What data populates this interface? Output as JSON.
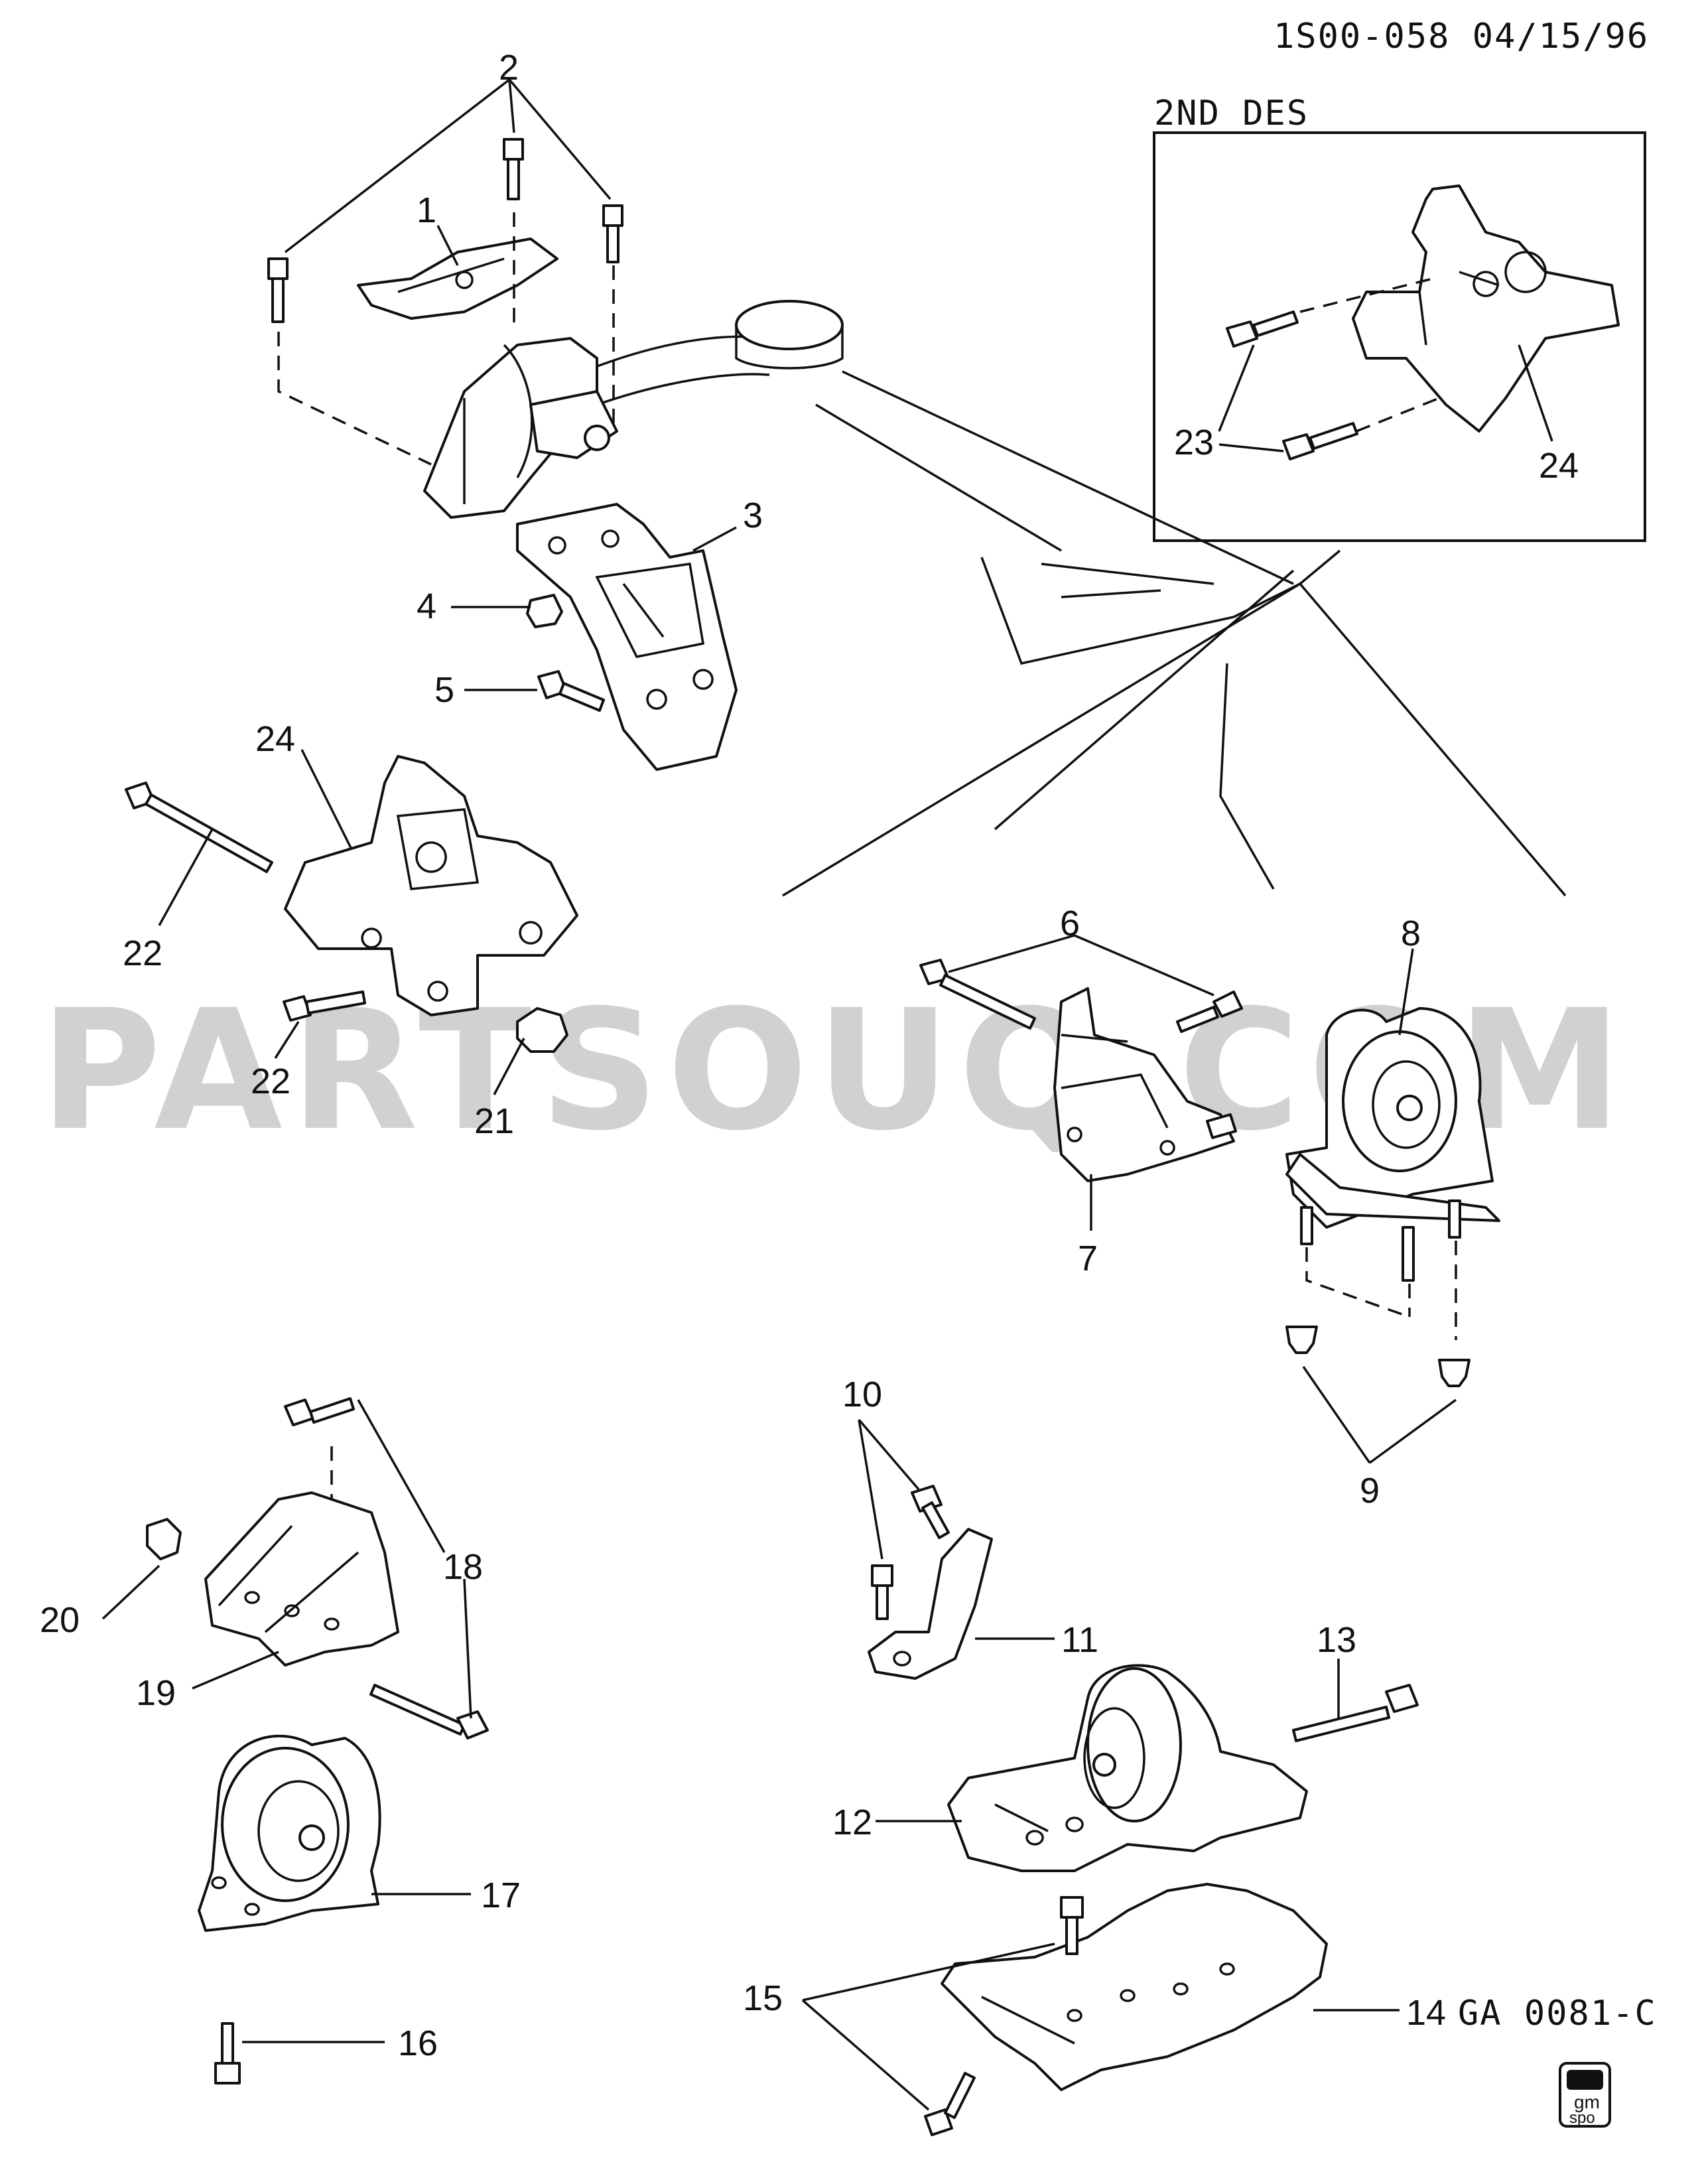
{
  "header": {
    "doc_code": "1S00-058 04/15/96",
    "variant_box_title": "2ND DES",
    "figure_code": "GA 0081-C"
  },
  "logo": {
    "line1": "gm",
    "line2": "spo"
  },
  "watermark": "PARTSOUQ.COM",
  "callouts": [
    {
      "id": "c1",
      "text": "1"
    },
    {
      "id": "c2",
      "text": "2"
    },
    {
      "id": "c3",
      "text": "3"
    },
    {
      "id": "c4",
      "text": "4"
    },
    {
      "id": "c5",
      "text": "5"
    },
    {
      "id": "c6",
      "text": "6"
    },
    {
      "id": "c7",
      "text": "7"
    },
    {
      "id": "c8",
      "text": "8"
    },
    {
      "id": "c9",
      "text": "9"
    },
    {
      "id": "c10",
      "text": "10"
    },
    {
      "id": "c11",
      "text": "11"
    },
    {
      "id": "c12",
      "text": "12"
    },
    {
      "id": "c13",
      "text": "13"
    },
    {
      "id": "c14",
      "text": "14"
    },
    {
      "id": "c15",
      "text": "15"
    },
    {
      "id": "c16",
      "text": "16"
    },
    {
      "id": "c17",
      "text": "17"
    },
    {
      "id": "c18",
      "text": "18"
    },
    {
      "id": "c19",
      "text": "19"
    },
    {
      "id": "c20",
      "text": "20"
    },
    {
      "id": "c21",
      "text": "21"
    },
    {
      "id": "c22",
      "text": "22"
    },
    {
      "id": "c22b",
      "text": "22"
    },
    {
      "id": "c23",
      "text": "23"
    },
    {
      "id": "c24",
      "text": "24"
    },
    {
      "id": "c24b",
      "text": "24"
    }
  ]
}
